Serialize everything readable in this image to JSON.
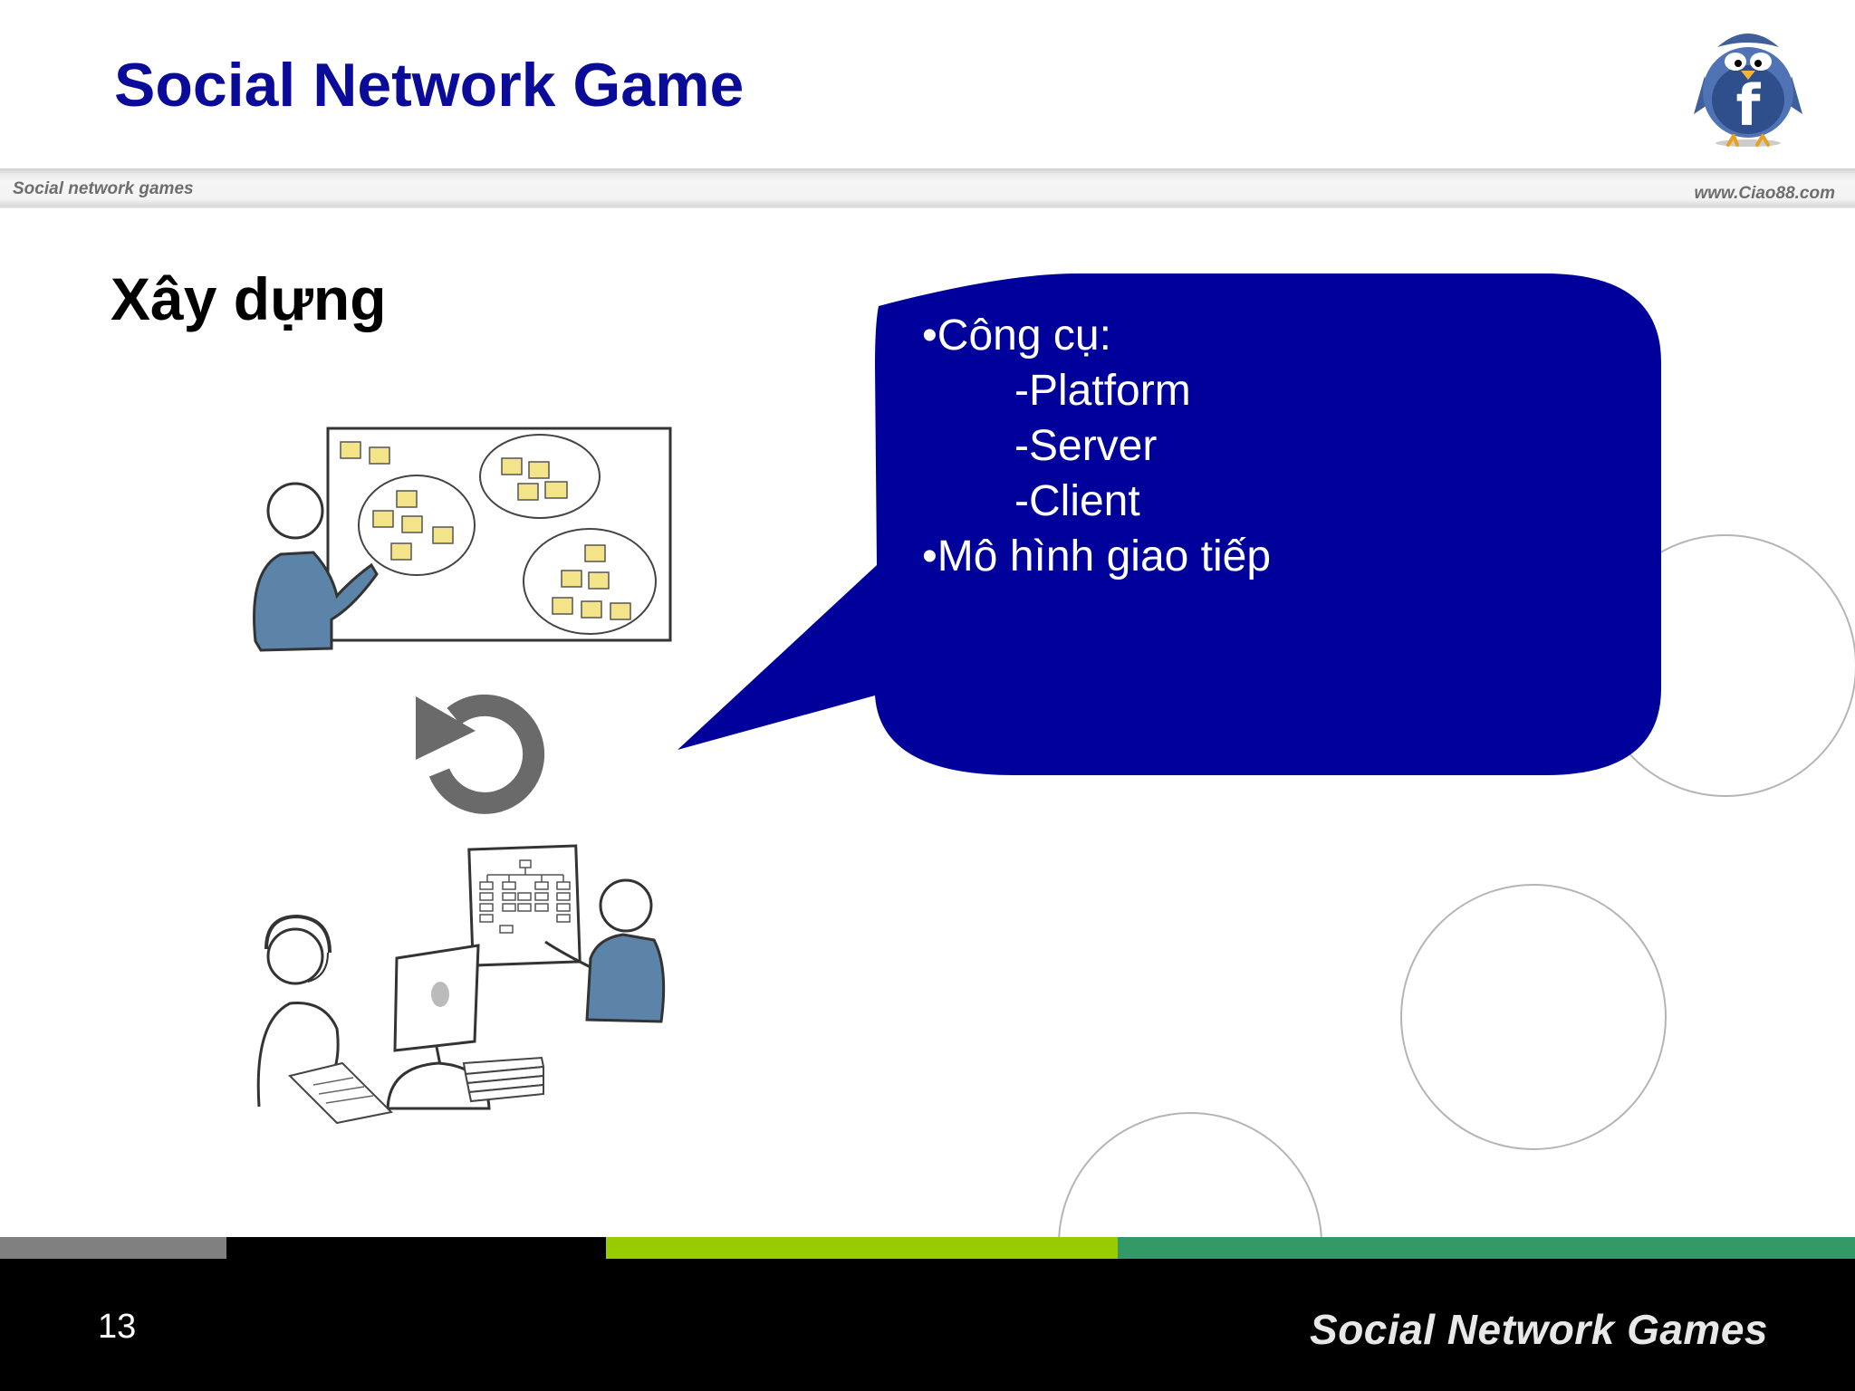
{
  "slide": {
    "title": "Social Network Game",
    "header_left": "Social network games",
    "header_right": "www.Ciao88.com",
    "section_heading": "Xây dựng",
    "page_number": "13",
    "footer_brand": "Social Network Games"
  },
  "bubble": {
    "lines": [
      "•Công cụ:",
      "-Platform",
      "-Server",
      "-Client",
      "•Mô hình giao tiếp"
    ]
  },
  "logo": {
    "icon": "facebook-bird-icon",
    "letter": "f"
  },
  "icons": {
    "cycle": "refresh-cycle-icon",
    "whiteboard": "whiteboard-planning-illustration",
    "team": "team-working-illustration"
  },
  "colors": {
    "title": "#0b0b99",
    "bubble": "#00009a",
    "stripe_gray": "#808080",
    "stripe_black": "#000000",
    "stripe_lime": "#99cc00",
    "stripe_green": "#339966",
    "footer": "#000000"
  }
}
